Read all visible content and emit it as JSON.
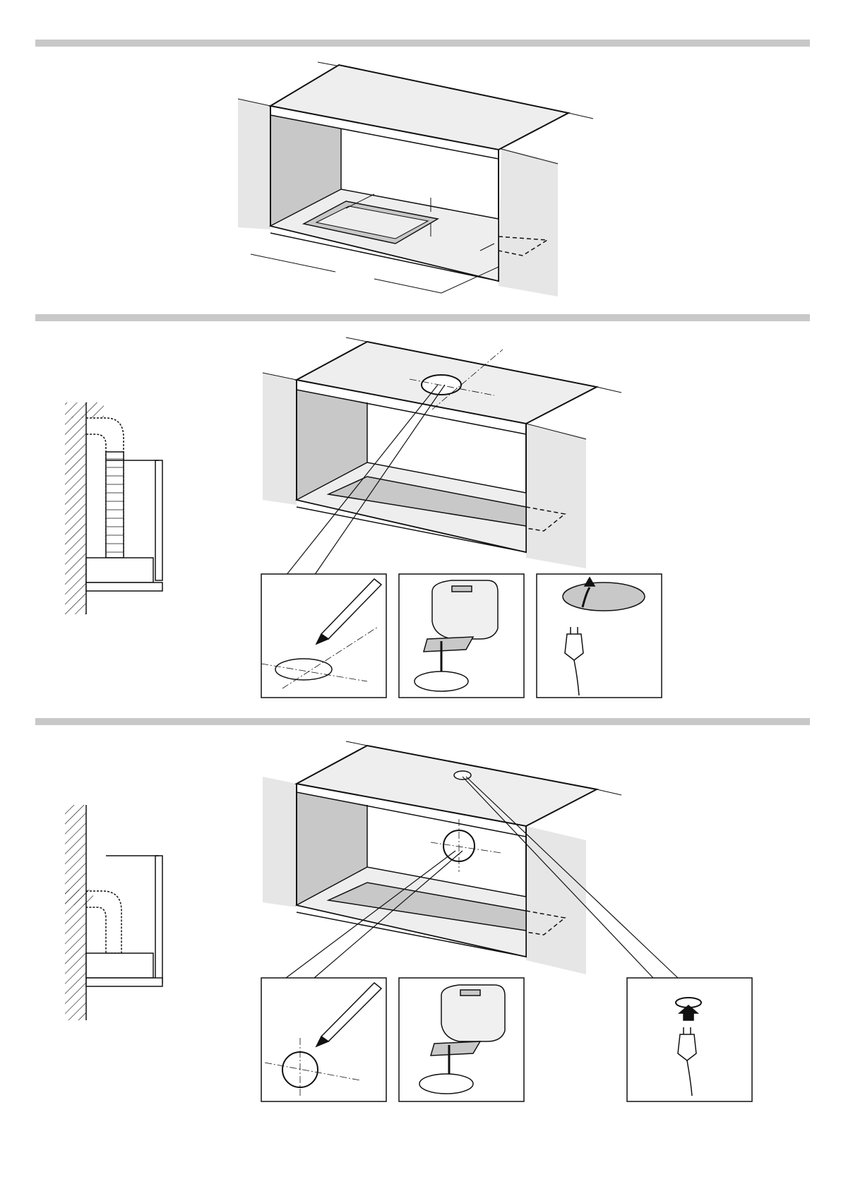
{
  "page": {
    "sections": [
      {
        "id": "step-measure-cutout",
        "panels": []
      },
      {
        "id": "step-rear-exhaust-cable-hole",
        "panels": [
          "pencil-icon",
          "jigsaw-icon",
          "cable-plug-icon"
        ]
      },
      {
        "id": "step-top-exhaust-cable-hole",
        "panels": [
          "pencil-icon",
          "jigsaw-icon",
          "cable-plug-icon"
        ]
      }
    ],
    "colors": {
      "line": "#111111",
      "wall": "#e6e6e6",
      "shade": "#c8c8c8",
      "bar": "#c8c8c8",
      "panel": "#f0f0f0"
    }
  }
}
